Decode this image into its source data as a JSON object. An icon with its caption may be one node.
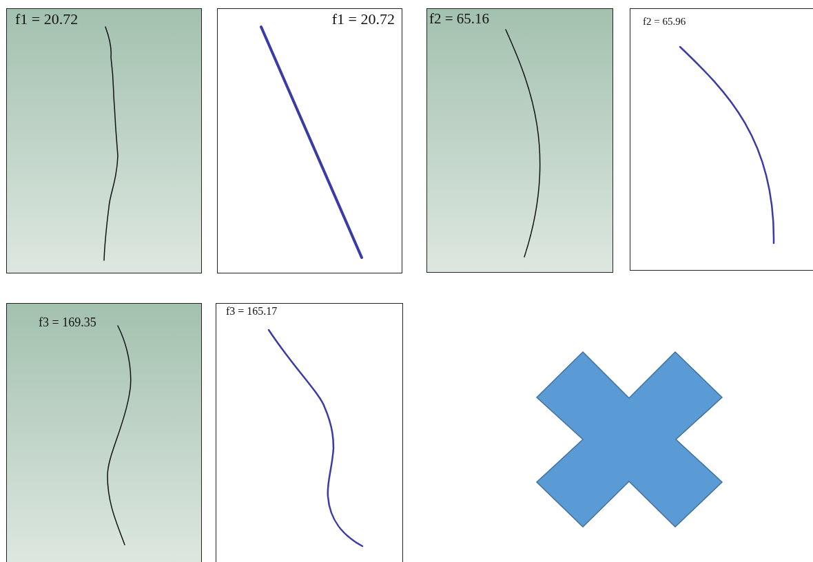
{
  "diagram": {
    "nodes": [
      {
        "text": [
          "f1 = 20.72"
        ]
      },
      {
        "text": [
          "f1 = 20.72"
        ]
      },
      {
        "text": [
          "f2 = 65.16"
        ]
      },
      {
        "text": [
          "f2 = 65.96"
        ]
      },
      {
        "text": [
          "f3 = 169.35"
        ]
      },
      {
        "text": [
          "f3 = 165.17"
        ]
      }
    ]
  }
}
